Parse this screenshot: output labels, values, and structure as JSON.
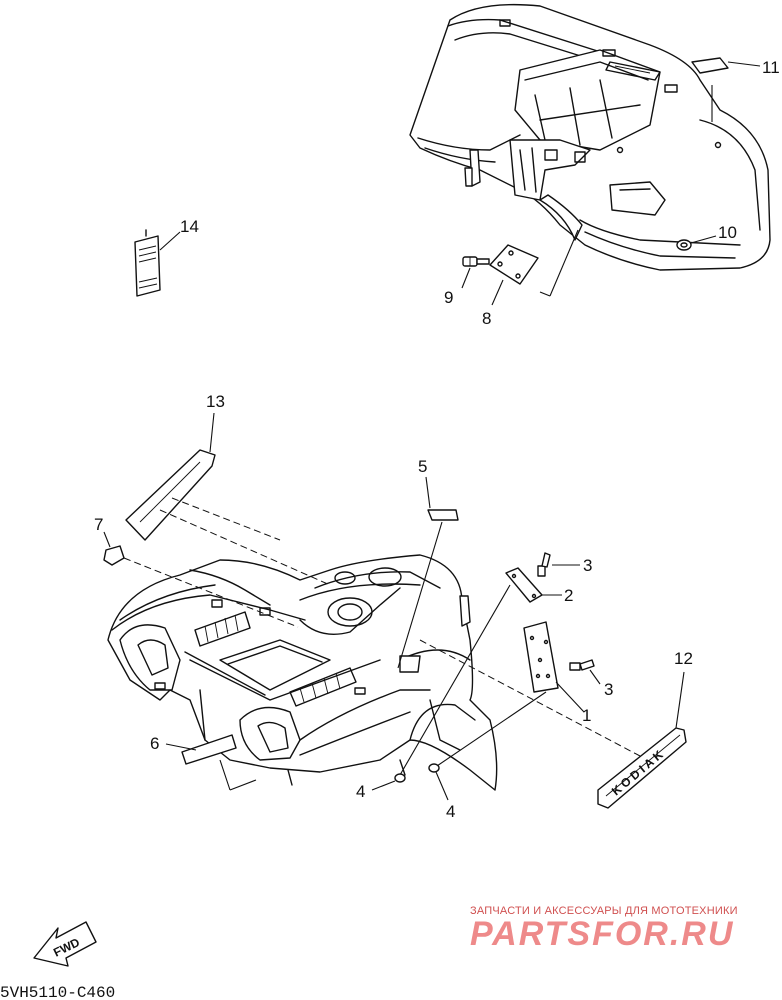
{
  "diagram_code": "5VH5110-C460",
  "watermark": {
    "tagline": "ЗАПЧАСТИ И АКСЕССУАРЫ ДЛЯ МОТОТЕХНИКИ",
    "brand": "PARTSFOR.RU"
  },
  "fwd_label": "FWD",
  "decal_text": "KODIAK",
  "callouts": [
    {
      "id": "c1",
      "label": "1"
    },
    {
      "id": "c2",
      "label": "2"
    },
    {
      "id": "c3a",
      "label": "3"
    },
    {
      "id": "c3b",
      "label": "3"
    },
    {
      "id": "c4a",
      "label": "4"
    },
    {
      "id": "c4b",
      "label": "4"
    },
    {
      "id": "c5",
      "label": "5"
    },
    {
      "id": "c6",
      "label": "6"
    },
    {
      "id": "c7",
      "label": "7"
    },
    {
      "id": "c8",
      "label": "8"
    },
    {
      "id": "c9",
      "label": "9"
    },
    {
      "id": "c10",
      "label": "10"
    },
    {
      "id": "c11",
      "label": "11"
    },
    {
      "id": "c12",
      "label": "12"
    },
    {
      "id": "c13",
      "label": "13"
    },
    {
      "id": "c14",
      "label": "14"
    }
  ]
}
